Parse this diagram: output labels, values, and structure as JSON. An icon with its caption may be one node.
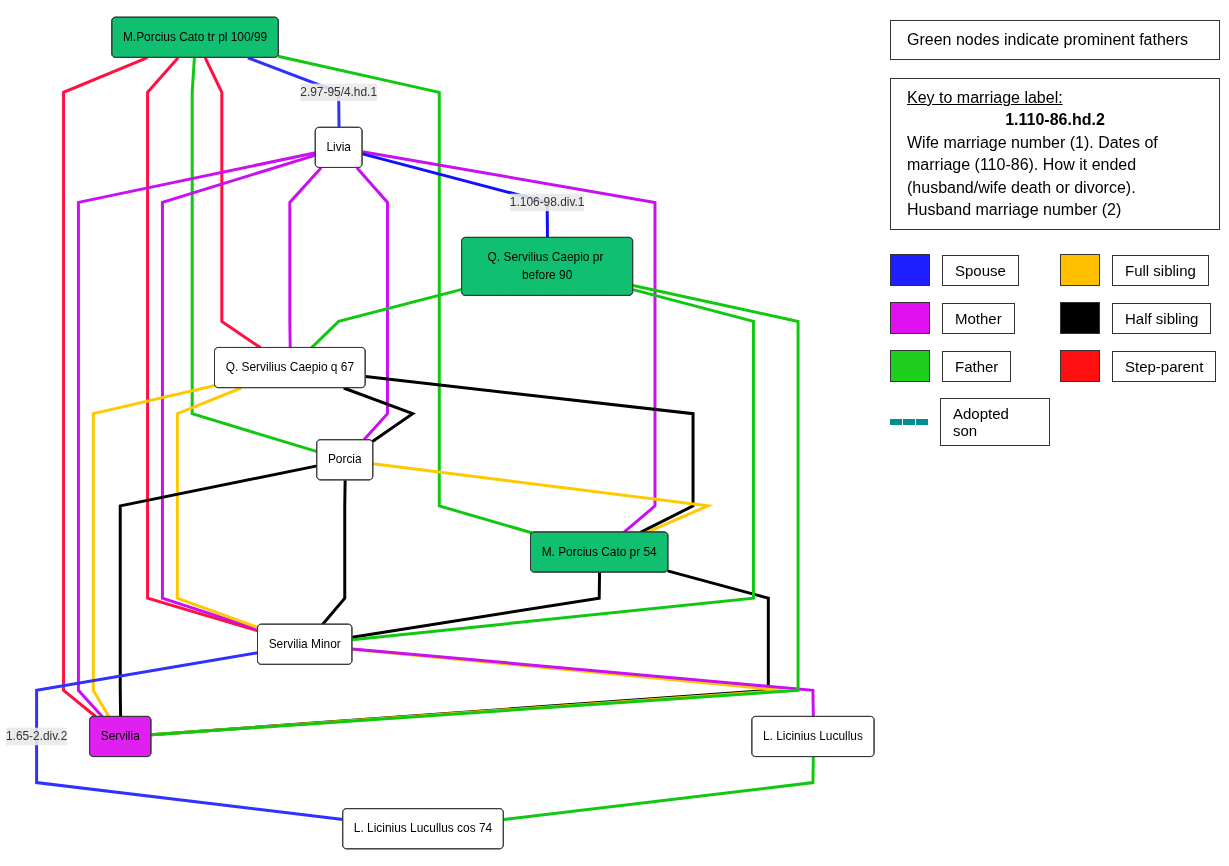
{
  "diagram": {
    "nodes": [
      {
        "text": [
          "M.Porcius Cato tr pl 100/99"
        ]
      },
      {
        "text": [
          "Q. Servilius Caepio q 67"
        ]
      },
      {
        "text": [
          "Livia"
        ]
      },
      {
        "text": [
          "Porcia"
        ]
      },
      {
        "text": [
          "M. Porcius Cato pr 54"
        ]
      },
      {
        "text": [
          "Servilia Minor"
        ]
      },
      {
        "text": [
          "L. Licinius Lucullus"
        ]
      },
      {
        "text": [
          "Servilia"
        ]
      },
      {
        "text": [
          "Q. Servilius Caepio pr before 90"
        ]
      },
      {
        "text": [
          "L. Licinius Lucullus cos 74"
        ]
      }
    ],
    "edges": [
      {
        "from": 0,
        "to": 2,
        "arrow": "none",
        "label": "2.97-95/4.hd.1",
        "color": "#3030ff"
      },
      {
        "from": 0,
        "to": 1,
        "arrow": "none",
        "color": "#ff1040"
      },
      {
        "from": 0,
        "to": 5,
        "arrow": "none",
        "color": "#ff1040"
      },
      {
        "from": 0,
        "to": 7,
        "arrow": "none",
        "color": "#ff1040"
      },
      {
        "from": 0,
        "to": 3,
        "arrow": "none",
        "color": "#10c810"
      },
      {
        "from": 0,
        "to": 4,
        "arrow": "none",
        "color": "#10c810"
      },
      {
        "from": 2,
        "to": 1,
        "arrow": "none",
        "color": "#c810f0"
      },
      {
        "from": 2,
        "to": 5,
        "arrow": "none",
        "color": "#c810f0"
      },
      {
        "from": 2,
        "to": 3,
        "arrow": "none",
        "color": "#c810f0"
      },
      {
        "from": 2,
        "to": 4,
        "arrow": "none",
        "color": "#c810f0"
      },
      {
        "from": 2,
        "to": 7,
        "arrow": "none",
        "color": "#c810f0"
      },
      {
        "from": 2,
        "to": 8,
        "arrow": "none",
        "label": "1.106-98.div.1",
        "color": "#1010ff"
      },
      {
        "from": 1,
        "to": 5,
        "arrow": "none",
        "color": "#ffc800"
      },
      {
        "from": 1,
        "to": 3,
        "arrow": "none",
        "color": "#000000"
      },
      {
        "from": 1,
        "to": 4,
        "arrow": "none",
        "color": "#000000"
      },
      {
        "from": 1,
        "to": 7,
        "arrow": "none",
        "color": "#ffc800"
      },
      {
        "from": 8,
        "to": 1,
        "arrow": "none",
        "color": "#10c810"
      },
      {
        "from": 3,
        "to": 4,
        "arrow": "none",
        "color": "#ffc800"
      },
      {
        "from": 3,
        "to": 5,
        "arrow": "none",
        "color": "#000000"
      },
      {
        "from": 3,
        "to": 7,
        "arrow": "none",
        "color": "#000000"
      },
      {
        "from": 4,
        "to": 5,
        "arrow": "none",
        "color": "#000000"
      },
      {
        "from": 4,
        "to": 7,
        "arrow": "none",
        "color": "#000000"
      },
      {
        "from": 5,
        "to": 7,
        "arrow": "none",
        "color": "#ffc800"
      },
      {
        "from": 8,
        "to": 5,
        "arrow": "none",
        "color": "#10c810"
      },
      {
        "from": 5,
        "to": 6,
        "arrow": "none",
        "color": "#c810f0"
      },
      {
        "from": 5,
        "to": 9,
        "arrow": "none",
        "label": "1.65-2.div.2",
        "color": "#3030ff"
      },
      {
        "from": 8,
        "to": 7,
        "arrow": "none",
        "color": "#10c810"
      },
      {
        "from": 6,
        "to": 9,
        "arrow": "none",
        "color": "#10c810"
      }
    ],
    "labels": [
      "Green nodes indicate prominent fathers",
      "Key to marriage label:",
      "1.110-86.hd.2",
      "Wife marriage number (1). Dates of marriage (110-86). How it ended (husband/wife death or divorce). Husband marriage number (2)"
    ],
    "legend": [
      {
        "text": "Spouse",
        "color": "#1f1fff"
      },
      {
        "text": "Full sibling",
        "color": "#ffc000"
      },
      {
        "text": "Mother",
        "color": "#e010f0"
      },
      {
        "text": "Half sibling",
        "color": "#000000"
      },
      {
        "text": "Father",
        "color": "#1ecf1e"
      },
      {
        "text": "Step-parent",
        "color": "#ff1010"
      },
      {
        "text": "Adopted son"
      }
    ]
  }
}
